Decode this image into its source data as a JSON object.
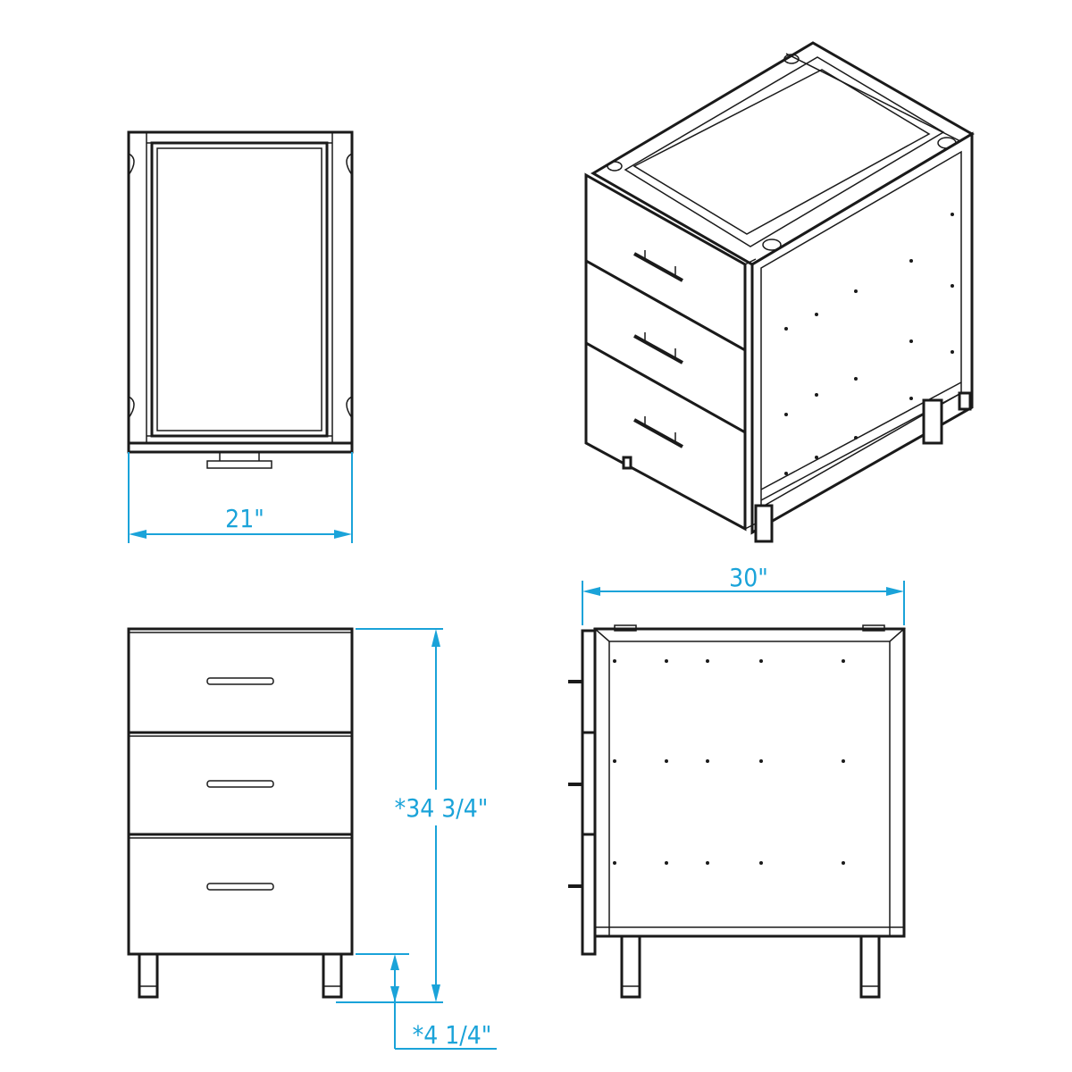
{
  "dimensions": {
    "width": "21\"",
    "depth": "30\"",
    "height": "*34 3/4\"",
    "leg_height": "*4 1/4\""
  },
  "colors": {
    "line": "#1a1a1a",
    "dimension": "#1aa3d9",
    "background": "#ffffff"
  },
  "views": [
    "top-view",
    "isometric-view",
    "front-view",
    "side-view"
  ]
}
